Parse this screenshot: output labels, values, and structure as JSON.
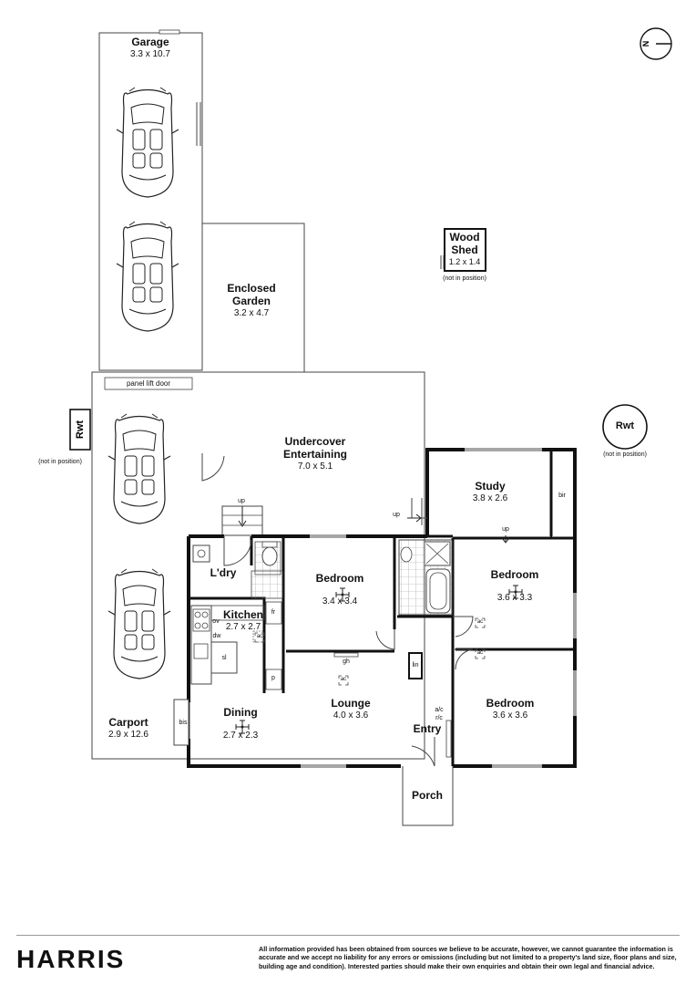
{
  "rooms": {
    "garage": {
      "name": "Garage",
      "dim": "3.3 x 10.7"
    },
    "enclosed_garden": {
      "name": "Enclosed Garden",
      "dim": "3.2 x 4.7"
    },
    "wood_shed": {
      "name": "Wood Shed",
      "dim": "1.2 x 1.4",
      "note": "(not in position)"
    },
    "undercover": {
      "name": "Undercover Entertaining",
      "dim": "7.0 x 5.1"
    },
    "study": {
      "name": "Study",
      "dim": "3.8 x 2.6"
    },
    "bedroom_center": {
      "name": "Bedroom",
      "dim": "3.4 x 3.4"
    },
    "bedroom_right_top": {
      "name": "Bedroom",
      "dim": "3.6 x 3.3"
    },
    "bedroom_right_bottom": {
      "name": "Bedroom",
      "dim": "3.6 x 3.6"
    },
    "laundry": {
      "name": "L'dry"
    },
    "kitchen": {
      "name": "Kitchen",
      "dim": "2.7 x 2.7"
    },
    "dining": {
      "name": "Dining",
      "dim": "2.7 x 2.3"
    },
    "lounge": {
      "name": "Lounge",
      "dim": "4.0 x 3.6"
    },
    "entry": {
      "name": "Entry"
    },
    "porch": {
      "name": "Porch"
    },
    "carport": {
      "name": "Carport",
      "dim": "2.9 x 12.6"
    }
  },
  "labels": {
    "panel_lift_door": "panel lift door",
    "up": "up",
    "bir": "bir",
    "bis": "bis",
    "ac": "ac",
    "gh": "gh",
    "lin": "lin",
    "ac_rc_1": "a/c",
    "ac_rc_2": "r/c",
    "ov": "ov",
    "dw": "dw",
    "fr": "fr",
    "p": "p",
    "sl": "sl",
    "not_in_position": "(not in position)"
  },
  "rwt": {
    "left": "Rwt",
    "right": "Rwt",
    "note": "(not in position)"
  },
  "compass": {
    "letter": "N"
  },
  "footer": {
    "brand": "HARRIS",
    "disclaimer": "All information provided has been obtained from sources we believe to be accurate, however, we cannot guarantee the information is accurate and we accept no liability for any errors or omissions (including but not limited to a property's land size, floor plans and size, building age and condition). Interested parties should make their own enquiries and obtain their own legal and financial advice."
  }
}
